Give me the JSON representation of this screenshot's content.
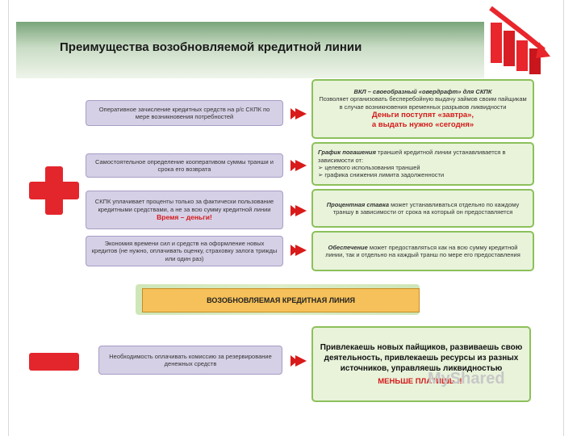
{
  "title": "Преимущества возобновляемой кредитной линии",
  "plus_items": [
    {
      "text": "Оперативное зачисление кредитных средств на р/с СКПК по мере возникновения потребностей"
    },
    {
      "text": "Самостоятельное определение кооперативом суммы транши и срока его возврата"
    },
    {
      "text": "СКПК уплачивает проценты только за фактически пользование кредитными средствами, а не за всю сумму кредитной линии",
      "highlight": "Время – деньги!"
    },
    {
      "text": "Экономия времени сил и средств на оформление новых кредитов (не нужно, оплачивать оценку, страховку залога трижды или один раз)"
    }
  ],
  "benefits": [
    {
      "title": "ВКЛ – своеобразный «овердрафт» для СКПК",
      "text": "Позволяет организовать бесперебойную выдачу займов своим пайщикам в случае возникновения временных разрывов ликвидности",
      "highlight1": "Деньги поступят «завтра»,",
      "highlight2": "а выдать нужно «сегодня»"
    },
    {
      "title": "График погашения",
      "text": "траншей кредитной линии устанавливается в зависимости от:",
      "bullets": [
        "целевого использования траншей",
        "графика снижения лимита задолженности"
      ]
    },
    {
      "title": "Процентная ставка",
      "text": "может устанавливаться отдельно по каждому траншу в зависимости от срока на который он предоставляется"
    },
    {
      "title": "Обеспечение",
      "text": "может предоставляться как на всю сумму кредитной линии, так и отдельно на каждый транш по мере его предоставления"
    }
  ],
  "center_label": "ВОЗОБНОВЛЯЕМАЯ КРЕДИТНАЯ ЛИНИЯ",
  "minus_item": {
    "text": "Необходимость оплачивать комиссию за резервирование денежных средств"
  },
  "bottom_box": {
    "text": "Привлекаешь новых пайщиков, развиваешь свою деятельность, привлекаешь ресурсы из разных источников, управляешь ликвидностью",
    "highlight": "МЕНЬШЕ ПЛАТИШЬ !!!"
  },
  "watermark": "MyShared",
  "colors": {
    "accent_red": "#e3262c",
    "green_border": "#8cc05a",
    "purple_fill": "#d6d0e6",
    "orange_fill": "#f6c15a"
  }
}
